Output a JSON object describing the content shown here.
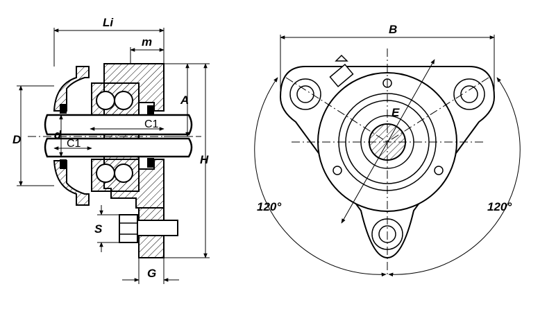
{
  "side_view": {
    "labels": {
      "Li": "Li",
      "m": "m",
      "A": "A",
      "H": "H",
      "D": "D",
      "d": "d",
      "C1_upper": "C1",
      "C1_lower": "C1",
      "S": "S",
      "G": "G"
    }
  },
  "front_view": {
    "labels": {
      "B": "B",
      "E": "E",
      "angle_left": "120°",
      "angle_right": "120°"
    }
  }
}
